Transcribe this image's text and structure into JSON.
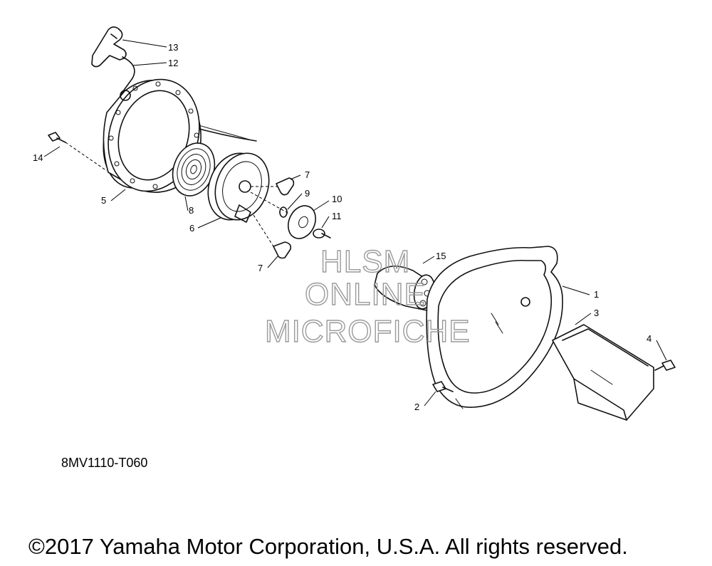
{
  "watermark": {
    "line1": "HLSM",
    "line2": "ONLINE",
    "line3": "MICROFICHE"
  },
  "drawing_code": "8MV1110-T060",
  "copyright": "©2017 Yamaha Motor Corporation, U.S.A. All rights reserved.",
  "callouts": {
    "c1": "1",
    "c2": "2",
    "c3": "3",
    "c4": "4",
    "c5": "5",
    "c6": "6",
    "c7a": "7",
    "c7b": "7",
    "c8": "8",
    "c9": "9",
    "c10": "10",
    "c11": "11",
    "c12": "12",
    "c13": "13",
    "c14": "14",
    "c15": "15"
  }
}
